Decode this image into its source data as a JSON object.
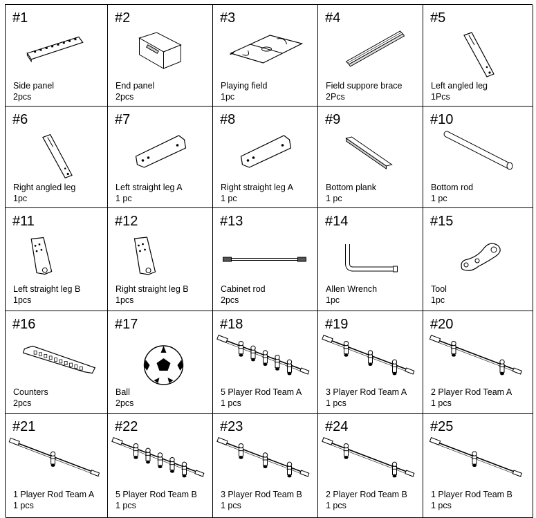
{
  "parts": [
    {
      "num": "#1",
      "name": "Side panel",
      "qty": "2pcs",
      "icon": "side-panel-icon"
    },
    {
      "num": "#2",
      "name": "End panel",
      "qty": "2pcs",
      "icon": "end-panel-icon"
    },
    {
      "num": "#3",
      "name": "Playing field",
      "qty": "1pc",
      "icon": "playing-field-icon"
    },
    {
      "num": "#4",
      "name": "Field suppore brace",
      "qty": "2Pcs",
      "icon": "brace-icon"
    },
    {
      "num": "#5",
      "name": "Left angled leg",
      "qty": "1Pcs",
      "icon": "angled-leg-icon"
    },
    {
      "num": "#6",
      "name": "Right angled leg",
      "qty": "1pc",
      "icon": "angled-leg-icon"
    },
    {
      "num": "#7",
      "name": "Left straight leg A",
      "qty": "1 pc",
      "icon": "straight-leg-a-icon"
    },
    {
      "num": "#8",
      "name": "Right straight leg A",
      "qty": "1 pc",
      "icon": "straight-leg-a-icon"
    },
    {
      "num": "#9",
      "name": "Bottom plank",
      "qty": "1 pc",
      "icon": "bottom-plank-icon"
    },
    {
      "num": "#10",
      "name": "Bottom rod",
      "qty": "1 pc",
      "icon": "bottom-rod-icon"
    },
    {
      "num": "#11",
      "name": "Left straight leg B",
      "qty": "1pcs",
      "icon": "straight-leg-b-icon"
    },
    {
      "num": "#12",
      "name": "Right straight leg B",
      "qty": "1pcs",
      "icon": "straight-leg-b-icon"
    },
    {
      "num": "#13",
      "name": "Cabinet rod",
      "qty": "2pcs",
      "icon": "cabinet-rod-icon"
    },
    {
      "num": "#14",
      "name": "Allen Wrench",
      "qty": "1pc",
      "icon": "allen-wrench-icon"
    },
    {
      "num": "#15",
      "name": "Tool",
      "qty": "1pc",
      "icon": "tool-icon"
    },
    {
      "num": "#16",
      "name": "Counters",
      "qty": "2pcs",
      "icon": "counters-icon"
    },
    {
      "num": "#17",
      "name": "Ball",
      "qty": "2pcs",
      "icon": "ball-icon"
    },
    {
      "num": "#18",
      "name": "5 Player Rod Team A",
      "qty": "1 pcs",
      "icon": "player-rod-icon",
      "players": 5
    },
    {
      "num": "#19",
      "name": "3 Player Rod Team A",
      "qty": "1 pcs",
      "icon": "player-rod-icon",
      "players": 3
    },
    {
      "num": "#20",
      "name": "2 Player Rod Team A",
      "qty": "1 pcs",
      "icon": "player-rod-icon",
      "players": 2
    },
    {
      "num": "#21",
      "name": "1 Player Rod Team A",
      "qty": "1 pcs",
      "icon": "player-rod-icon",
      "players": 1
    },
    {
      "num": "#22",
      "name": "5 Player Rod Team B",
      "qty": "1 pcs",
      "icon": "player-rod-icon",
      "players": 5
    },
    {
      "num": "#23",
      "name": "3 Player Rod Team B",
      "qty": "1 pcs",
      "icon": "player-rod-icon",
      "players": 3
    },
    {
      "num": "#24",
      "name": "2 Player Rod Team B",
      "qty": "1 pcs",
      "icon": "player-rod-icon",
      "players": 2
    },
    {
      "num": "#25",
      "name": "1 Player Rod Team B",
      "qty": "1 pcs",
      "icon": "player-rod-icon",
      "players": 1
    }
  ]
}
